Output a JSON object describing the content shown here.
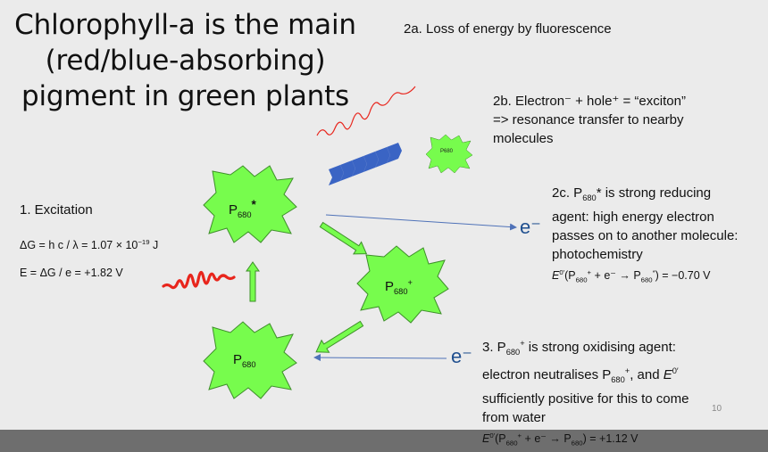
{
  "title": [
    "Chlorophyll-a is the main",
    "(red/blue-absorbing)",
    "pigment in green plants"
  ],
  "step1": {
    "label": "1.  Excitation",
    "deltaG_a": "ΔG = h c / λ = 1.07 × 10",
    "deltaG_exp": "−19",
    "deltaG_b": " J",
    "energy": "E = ΔG / e = +1.82 V"
  },
  "step2a": "2a. Loss of energy by fluorescence",
  "step2b": [
    "2b. Electron⁻ + hole⁺ = “exciton”",
    "=> resonance transfer to nearby",
    "molecules"
  ],
  "step2c": {
    "line1_a": "2c. P",
    "line1_sub": "680",
    "line1_b": "* is strong reducing",
    "line2": "agent: high energy electron",
    "line3": "passes on to another molecule:",
    "line4": "photochemistry",
    "eq_a": "E",
    "eq_sup1": "0′",
    "eq_b": "(P",
    "eq_sub1": "680",
    "eq_sup2": "+",
    "eq_c": " + e⁻ → P",
    "eq_sub2": "680",
    "eq_sup3": "*",
    "eq_d": ") = −0.70 V"
  },
  "step3": {
    "line1_a": "3. P",
    "line1_sub": "680",
    "line1_sup": "+",
    "line1_b": " is strong oxidising agent:",
    "line2_a": "electron neutralises P",
    "line2_sub": "680",
    "line2_sup": "+",
    "line2_b": ", and ",
    "line2_e": "E",
    "line2_esup": "0′",
    "line3": "sufficiently positive for this to come",
    "line4": "from water",
    "eq_a": "E",
    "eq_sup1": "0′",
    "eq_b": "(P",
    "eq_sub1": "680",
    "eq_sup2": "+",
    "eq_c": " + e⁻ → P",
    "eq_sub2": "680",
    "eq_d": ") = +1.12 V"
  },
  "molecules": {
    "excited": {
      "base": "P",
      "sub": "680",
      "sup": "*"
    },
    "oxidised": {
      "base": "P",
      "sub": "680",
      "sup": "+"
    },
    "ground": {
      "base": "P",
      "sub": "680"
    },
    "small": "P680"
  },
  "electron_label": "e⁻",
  "page_number": "10",
  "colors": {
    "blob_fill": "#77fc4d",
    "blob_stroke": "#3e8f2a",
    "arrow_blue": "#4f72b8",
    "chevron": "#3a64c4",
    "photon": "#e8251c"
  }
}
